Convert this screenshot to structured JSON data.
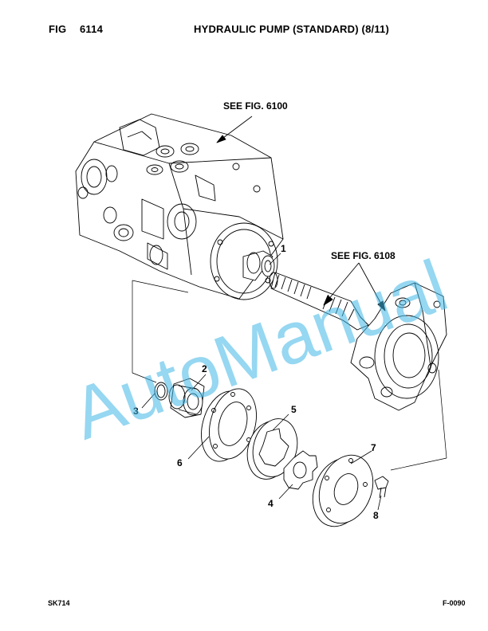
{
  "header": {
    "fig_label": "FIG",
    "fig_number": "6114",
    "title": "HYDRAULIC PUMP (STANDARD) (8/11)"
  },
  "references": {
    "upper": "SEE FIG. 6100",
    "right": "SEE FIG. 6108"
  },
  "callouts": [
    "1",
    "2",
    "3",
    "4",
    "5",
    "6",
    "7",
    "8"
  ],
  "watermark": "AutoManual",
  "footer": {
    "model": "SK714",
    "page_code": "F-0090"
  },
  "colors": {
    "line": "#000000",
    "watermark": "#3fb6e6"
  }
}
